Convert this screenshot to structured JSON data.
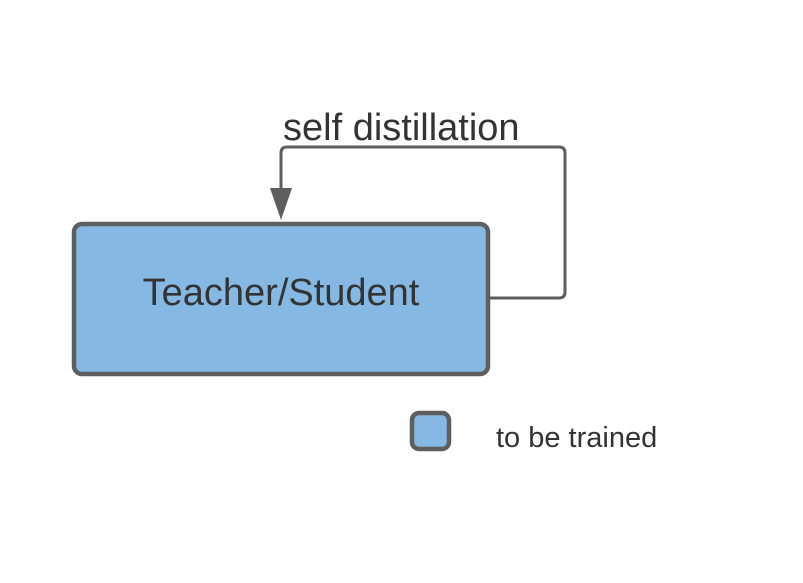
{
  "diagram": {
    "loop_label": "self distillation",
    "main_node": {
      "label": "Teacher/Student",
      "fill_color": "#85b9e3"
    },
    "legend": {
      "label": "to be trained",
      "swatch_color": "#85b9e3"
    },
    "colors": {
      "stroke": "#5e5e5e",
      "text": "#333333"
    }
  }
}
